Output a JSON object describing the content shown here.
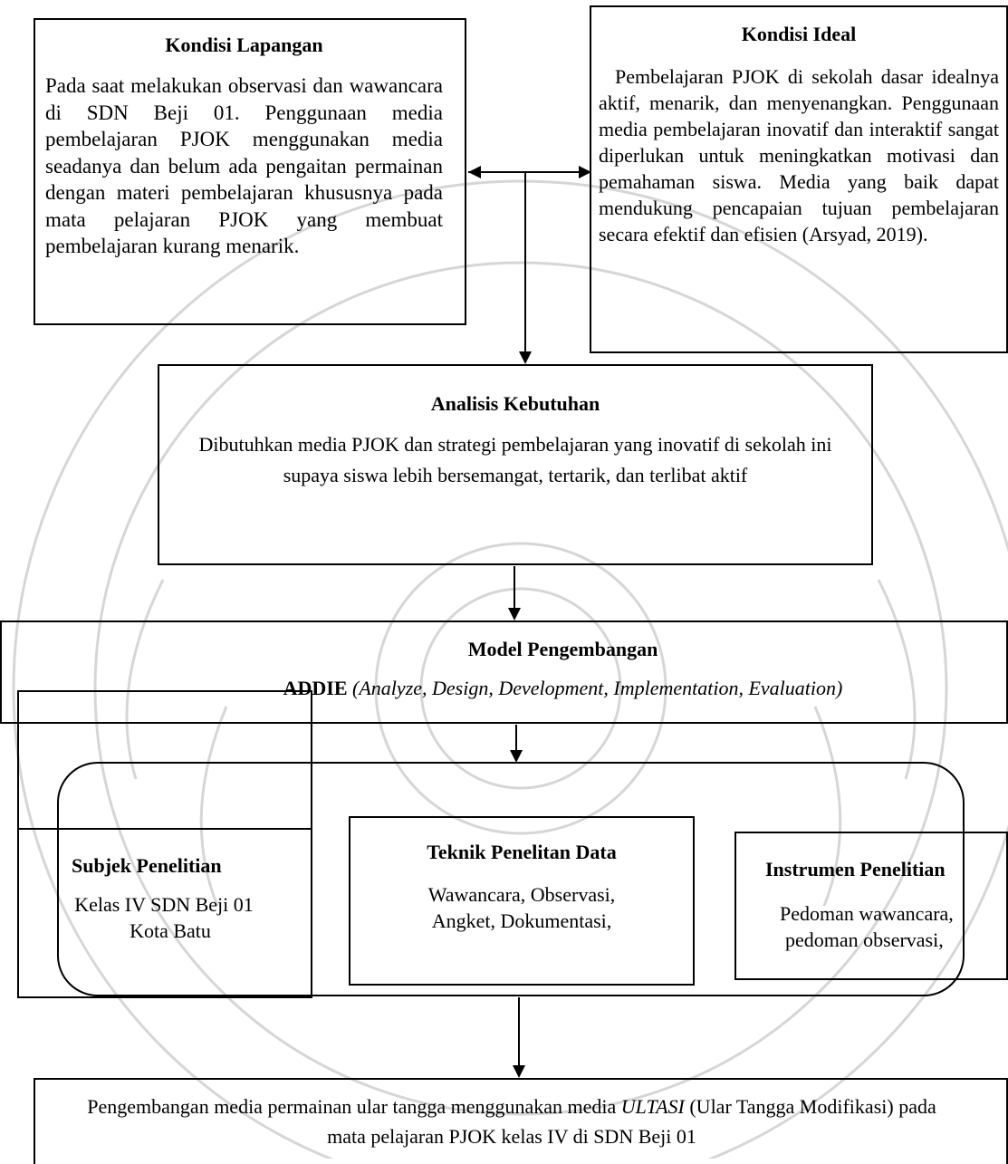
{
  "kondisi_lapangan": {
    "title": "Kondisi Lapangan",
    "text": "Pada saat melakukan observasi dan wawancara di SDN Beji 01. Penggunaan media pembelajaran PJOK menggunakan media seadanya dan belum ada pengaitan permainan dengan materi pembelajaran khususnya pada mata pelajaran PJOK yang membuat pembelajaran kurang menarik."
  },
  "kondisi_ideal": {
    "title": "Kondisi Ideal",
    "text": "Pembelajaran PJOK di sekolah dasar idealnya aktif, menarik, dan menyenangkan. Penggunaan media pembelajaran inovatif dan interaktif sangat diperlukan untuk meningkatkan motivasi dan pemahaman siswa. Media yang baik dapat mendukung pencapaian tujuan pembelajaran secara efektif dan efisien (Arsyad, 2019)."
  },
  "analisis": {
    "title": "Analisis Kebutuhan",
    "text": "Dibutuhkan media PJOK dan strategi pembelajaran yang inovatif di sekolah ini supaya siswa lebih bersemangat, tertarik, dan terlibat aktif"
  },
  "model": {
    "title": "Model Pengembangan",
    "addie": "ADDIE",
    "addie_detail": "(Analyze, Design, Development, Implementation, Evaluation)"
  },
  "subjek": {
    "title": "Subjek Penelitian",
    "line1": "Kelas IV SDN Beji 01",
    "line2": "Kota Batu"
  },
  "teknik": {
    "title": "Teknik Penelitan Data",
    "line1": "Wawancara, Observasi,",
    "line2": "Angket, Dokumentasi,"
  },
  "instrumen": {
    "title": "Instrumen Penelitian",
    "line1": "Pedoman wawancara,",
    "line2": "pedoman observasi,"
  },
  "hasil": {
    "text_before": "Pengembangan media permainan ular tangga menggunakan media ",
    "text_italic": "ULTASI",
    "text_after": " (Ular Tangga Modifikasi) pada mata pelajaran PJOK kelas IV di SDN Beji 01"
  },
  "colors": {
    "line": "#000000",
    "watermark": "#cfcfcf"
  }
}
